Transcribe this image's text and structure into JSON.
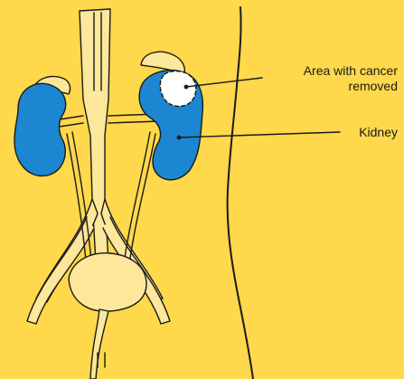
{
  "labels": {
    "cancer_area_line1": "Area with cancer",
    "cancer_area_line2": "removed",
    "kidney": "Kidney"
  },
  "colors": {
    "background": "#FFD84B",
    "organ_fill": "#FCE79A",
    "kidney_fill": "#1C86D0",
    "outline": "#1a1a1a",
    "removed_area": "#FFFFFF"
  }
}
